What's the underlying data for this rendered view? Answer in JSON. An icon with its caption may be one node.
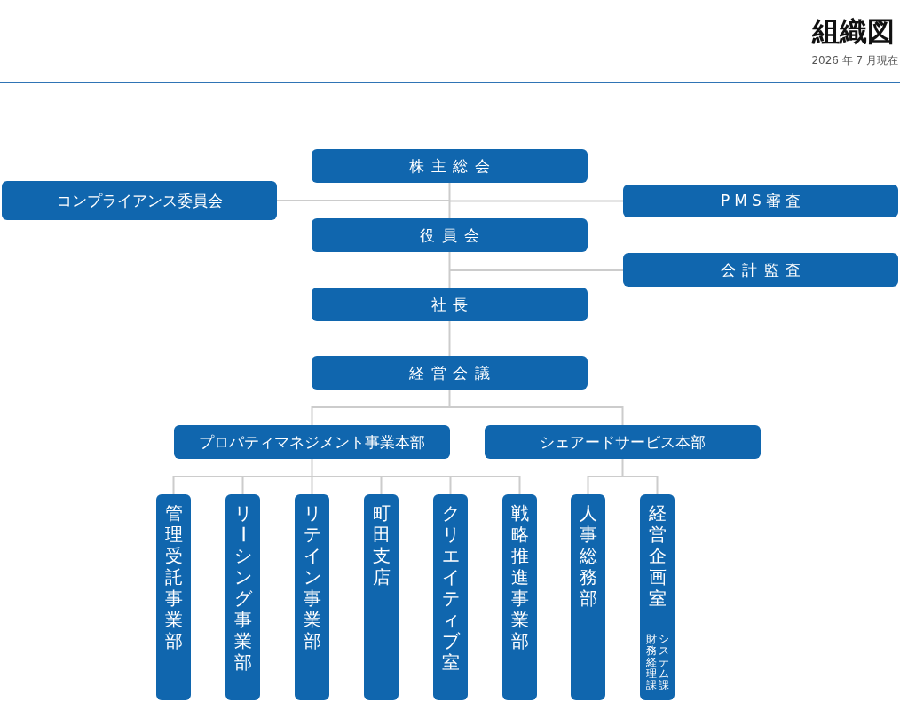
{
  "diagram": {
    "title": "組織図",
    "caption": "2026 年 7 月現在",
    "nodes": [
      {
        "text": [
          "株主総会"
        ]
      },
      {
        "text": [
          "コンプライアンス委員会"
        ]
      },
      {
        "text": [
          "PMS審査"
        ]
      },
      {
        "text": [
          "役員会"
        ]
      },
      {
        "text": [
          "会計監査"
        ]
      },
      {
        "text": [
          "社長"
        ]
      },
      {
        "text": [
          "経営会議"
        ]
      },
      {
        "text": [
          "プロパティマネジメント事業本部"
        ]
      },
      {
        "text": [
          "シェアードサービス本部"
        ]
      },
      {
        "text": [
          "管理受託事業部"
        ]
      },
      {
        "text": [
          "リーシング事業部"
        ]
      },
      {
        "text": [
          "リテイン事業部"
        ]
      },
      {
        "text": [
          "町田支店"
        ]
      },
      {
        "text": [
          "クリエイティブ室"
        ]
      },
      {
        "text": [
          "戦略推進事業部"
        ]
      },
      {
        "text": [
          "人事総務部"
        ]
      },
      {
        "text": [
          "経営企画室",
          "財務経理課",
          "システム課"
        ]
      }
    ],
    "edges": [
      {
        "from": 0,
        "to": 3,
        "arrow": "none"
      },
      {
        "from": 0,
        "to": 1,
        "arrow": "none"
      },
      {
        "from": 0,
        "to": 2,
        "arrow": "none"
      },
      {
        "from": 3,
        "to": 5,
        "arrow": "none"
      },
      {
        "from": 3,
        "to": 4,
        "arrow": "none"
      },
      {
        "from": 5,
        "to": 6,
        "arrow": "none"
      },
      {
        "from": 6,
        "to": 7,
        "arrow": "none"
      },
      {
        "from": 6,
        "to": 8,
        "arrow": "none"
      },
      {
        "from": 7,
        "to": 9,
        "arrow": "none"
      },
      {
        "from": 7,
        "to": 10,
        "arrow": "none"
      },
      {
        "from": 7,
        "to": 11,
        "arrow": "none"
      },
      {
        "from": 7,
        "to": 12,
        "arrow": "none"
      },
      {
        "from": 7,
        "to": 13,
        "arrow": "none"
      },
      {
        "from": 7,
        "to": 14,
        "arrow": "none"
      },
      {
        "from": 8,
        "to": 15,
        "arrow": "none"
      },
      {
        "from": 8,
        "to": 16,
        "arrow": "none"
      }
    ]
  }
}
